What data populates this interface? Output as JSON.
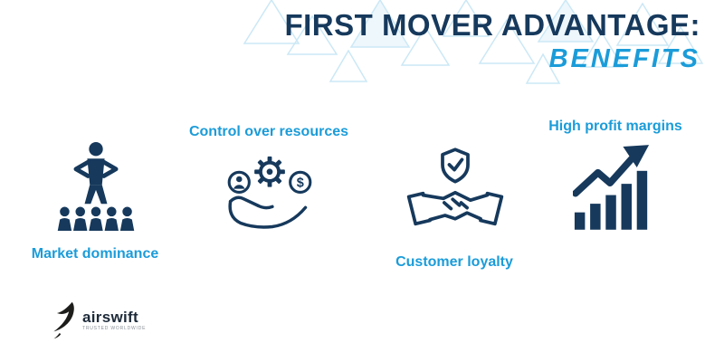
{
  "title": {
    "line1": "FIRST MOVER ADVANTAGE:",
    "line2": "BENEFITS"
  },
  "benefits": [
    {
      "label": "Market dominance",
      "icon": "market-dominance-icon"
    },
    {
      "label": "Control over resources",
      "icon": "resources-hand-gear-icon"
    },
    {
      "label": "Customer loyalty",
      "icon": "handshake-shield-icon"
    },
    {
      "label": "High profit margins",
      "icon": "growth-chart-icon"
    }
  ],
  "logo": {
    "name": "airswift",
    "tagline": "TRUSTED WORLDWIDE"
  },
  "colors": {
    "navy": "#16395c",
    "blue": "#1b9cd9",
    "pattern_blue": "#bfe3f4"
  }
}
